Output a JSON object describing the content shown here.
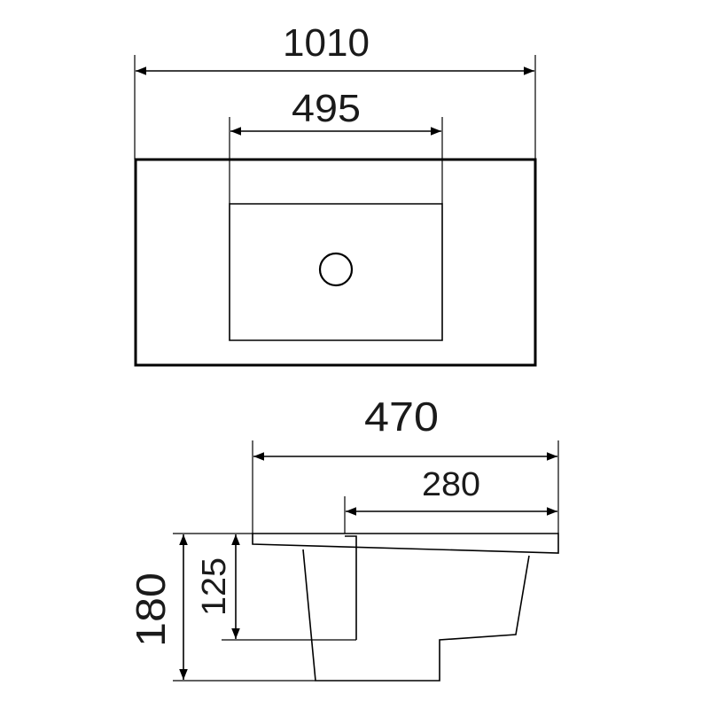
{
  "plan_view": {
    "overall_width": "1010",
    "basin_width": "495"
  },
  "side_view": {
    "overall_depth": "470",
    "basin_depth": "280",
    "overall_height": "180",
    "basin_height": "125"
  }
}
